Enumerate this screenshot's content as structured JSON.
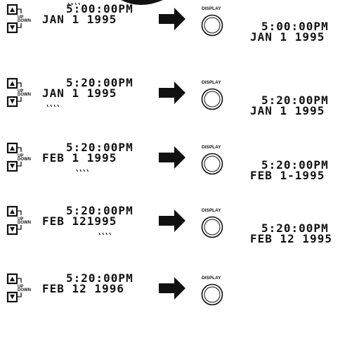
{
  "buttons": {
    "up_label": "UP",
    "down_label": "DOWN",
    "display_label": "DISPLAY"
  },
  "steps": [
    {
      "before_time": "5:00:00PM",
      "before_date": "JAN  1 1995",
      "after_time": "5:00:00PM",
      "after_date": "JAN  1 1995",
      "blinking": "hour"
    },
    {
      "before_time": "5:20:00PM",
      "before_date": "JAN  1 1995",
      "after_time": "5:20:00PM",
      "after_date": "JAN  1 1995",
      "blinking": "month"
    },
    {
      "before_time": "5:20:00PM",
      "before_date": "FEB  1 1995",
      "after_time": "5:20:00PM",
      "after_date": "FEB  1-1995",
      "blinking": "day"
    },
    {
      "before_time": "5:20:00PM",
      "before_date": "FEB 121995",
      "after_time": "5:20:00PM",
      "after_date": "FEB 12 1995",
      "blinking": "year"
    },
    {
      "before_time": "5:20:00PM",
      "before_date": "FEB 12 1996",
      "after_time": null,
      "after_date": null,
      "blinking": "none"
    }
  ]
}
